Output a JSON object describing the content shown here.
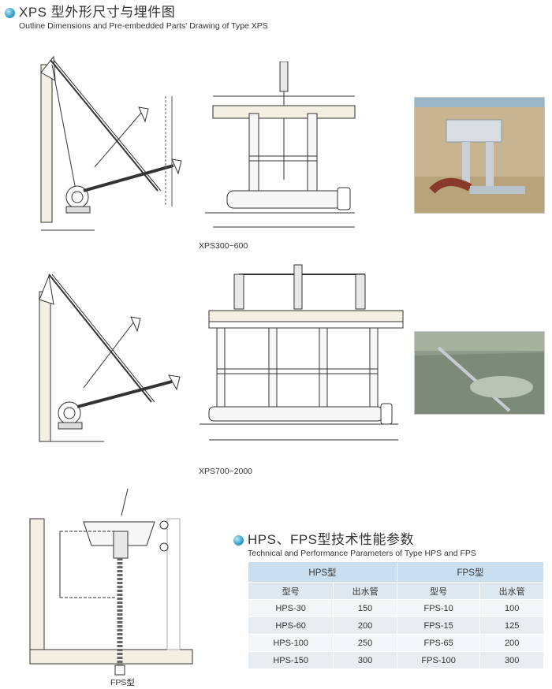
{
  "header": {
    "title_cn": "XPS 型外形尺寸与埋件图",
    "title_en": "Outline Dimensions and Pre-embedded Parts' Drawing of Type XPS"
  },
  "drawings": {
    "xps_small_caption": "XPS300~600",
    "xps_large_caption": "XPS700~2000",
    "fps_caption": "FPS型"
  },
  "spec_section": {
    "title_cn": "HPS、FPS型技术性能参数",
    "title_en": "Technical and Performance Parameters of Type HPS and FPS"
  },
  "spec_table": {
    "group_headers": [
      "HPS型",
      "FPS型"
    ],
    "column_headers": [
      "型号",
      "出水管",
      "型号",
      "出水管"
    ],
    "rows": [
      [
        "HPS-30",
        "150",
        "FPS-10",
        "100"
      ],
      [
        "HPS-60",
        "200",
        "FPS-15",
        "125"
      ],
      [
        "HPS-100",
        "250",
        "FPS-65",
        "200"
      ],
      [
        "HPS-150",
        "300",
        "FPS-100",
        "300"
      ]
    ]
  },
  "colors": {
    "accent": "#3aa6cc",
    "table_group_header": "#c9dff0",
    "table_column_header": "#dfe8ef",
    "table_row_light": "#f3f6f8",
    "table_row_dark": "#e6ecf0"
  }
}
